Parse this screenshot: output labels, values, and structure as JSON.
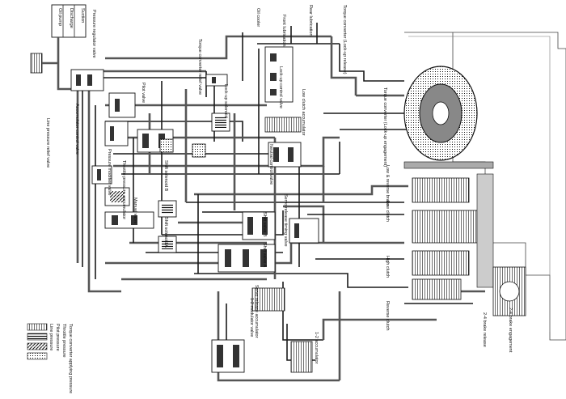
{
  "labels": {
    "oil_pump": "Oil pump",
    "discharge": "Discharge",
    "suction": "Suction",
    "pressure_regulator_valve": "Pressure regulator valve",
    "torque_converter_relief_valve": "Torque converter relief valve",
    "oil_cooler": "Oil cooler",
    "front_lubrication": "Front lubrication",
    "rear_lubrication": "Rear lubrication",
    "torque_converter_lockup_release": "Torque converter (Lock-up release)",
    "lockup_control_valve": "Lock-up control valve",
    "pilot_valve": "Pilot valve",
    "lockup_solenoid": "Lock-up solenoid",
    "low_clutch_accumulator": "Low clutch accumulator",
    "torque_converter_lockup_engagement": "Torque converter (Lock-up engagement)",
    "accumulator_control_valve": "Accumulator control valve",
    "pressure_modifier_valve": "Pressure modifier valve",
    "neutral_control_valve": "Neutral control valve",
    "low_reverse_brake": "Low & reverse brake",
    "line_pressure_relief_valve": "Line pressure relief valve",
    "throttle_pressure_accumulator": "Throttle pressure accumulator",
    "shift_solenoid_b": "Shift solenoid B",
    "shift_solenoid_a": "Shift solenoid A",
    "manual_valve": "Manual valve",
    "shift_valve_b": "Shift valve B",
    "servo_release_timing_valve": "Servo release timing valve",
    "low_clutch": "Low clutch",
    "high_clutch": "High clutch",
    "shift_valve_a": "Shift valve A",
    "reverse_clutch": "Reverse clutch",
    "modulator_valve_1_2": "1-2 modulator valve",
    "servo_release_accumulator": "Servo release accumulator",
    "brake_engagement_2_4": "2-4 brake engagement",
    "brake_release_2_4": "2-4 brake release",
    "accumulator_1_2": "1-2 accumulator"
  },
  "legend": [
    {
      "pattern": "line",
      "label": "Line pressure"
    },
    {
      "pattern": "pilot",
      "label": "Pilot pressure"
    },
    {
      "pattern": "throttle",
      "label": "Throttle pressure"
    },
    {
      "pattern": "converter",
      "label": "Torque converter applying pressure"
    }
  ]
}
